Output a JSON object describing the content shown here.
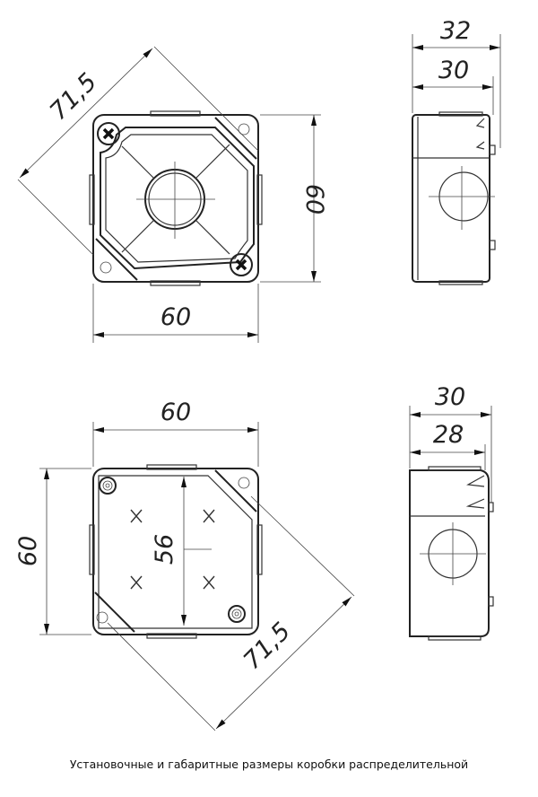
{
  "top_view": {
    "width_label": "60",
    "height_label": "60",
    "diagonal_label": "71,5"
  },
  "top_side_view": {
    "outer_depth_label": "32",
    "inner_depth_label": "30"
  },
  "bottom_view": {
    "width_label": "60",
    "height_label": "60",
    "mount_spacing_label": "56",
    "diagonal_label": "71,5"
  },
  "bottom_side_view": {
    "outer_depth_label": "30",
    "inner_depth_label": "28"
  },
  "caption": "Установочные и габаритные размеры коробки распределительной"
}
